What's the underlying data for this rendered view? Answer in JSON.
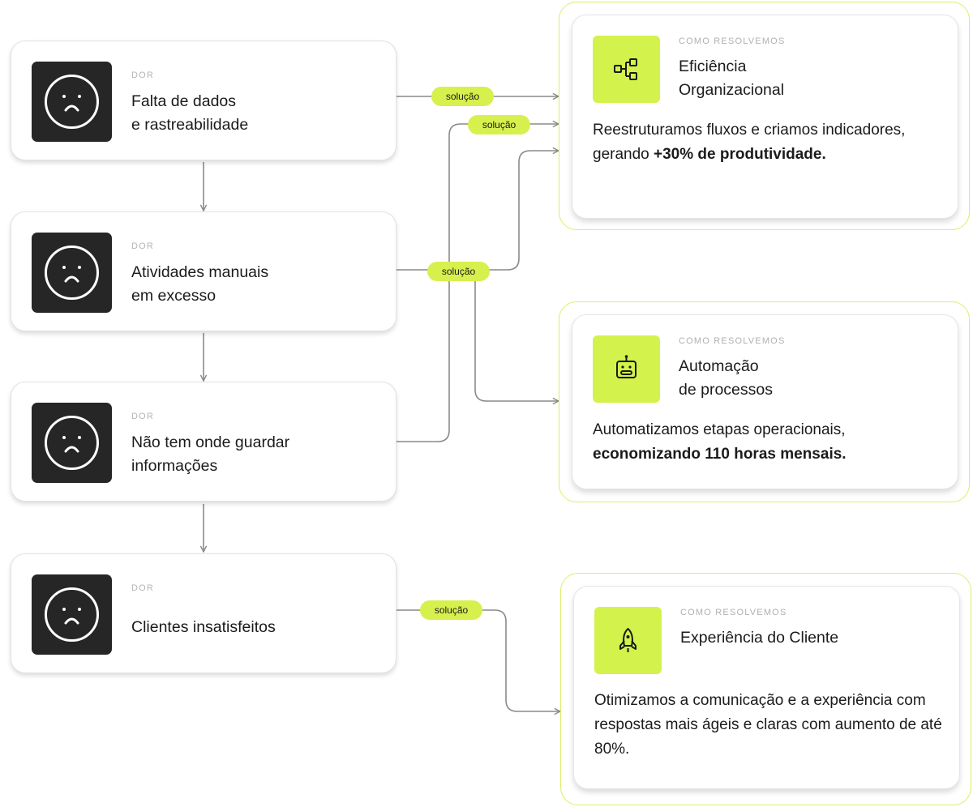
{
  "pains": [
    {
      "tag": "DOR",
      "title": "Falta de dados\ne rastreabilidade",
      "icon": "sad-face-icon"
    },
    {
      "tag": "DOR",
      "title": "Atividades manuais\nem excesso",
      "icon": "sad-face-icon"
    },
    {
      "tag": "DOR",
      "title": "Não tem onde guardar\ninformações",
      "icon": "sad-face-icon"
    },
    {
      "tag": "DOR",
      "title": "Clientes insatisfeitos",
      "icon": "sad-face-icon"
    }
  ],
  "solutions": [
    {
      "tag": "COMO RESOLVEMOS",
      "title": "Eficiência\nOrganizacional",
      "icon": "org-chart-icon",
      "desc_plain": "Reestruturamos fluxos e criamos indicadores, gerando ",
      "desc_bold": "+30% de produtividade."
    },
    {
      "tag": "COMO RESOLVEMOS",
      "title": "Automação\nde processos",
      "icon": "robot-icon",
      "desc_plain": "Automatizamos etapas operacionais, ",
      "desc_bold": "economizando 110 horas mensais."
    },
    {
      "tag": "COMO RESOLVEMOS",
      "title": "Experiência do Cliente",
      "icon": "rocket-icon",
      "desc_plain": "Otimizamos a comunicação e a experiência com respostas mais ágeis e claras com aumento de até 80%.",
      "desc_bold": ""
    }
  ],
  "connector_label": "solução",
  "colors": {
    "accent": "#d4f24c",
    "frame": "#d7f06a",
    "dark_icon_bg": "#262626",
    "line": "#8a8a8a"
  }
}
